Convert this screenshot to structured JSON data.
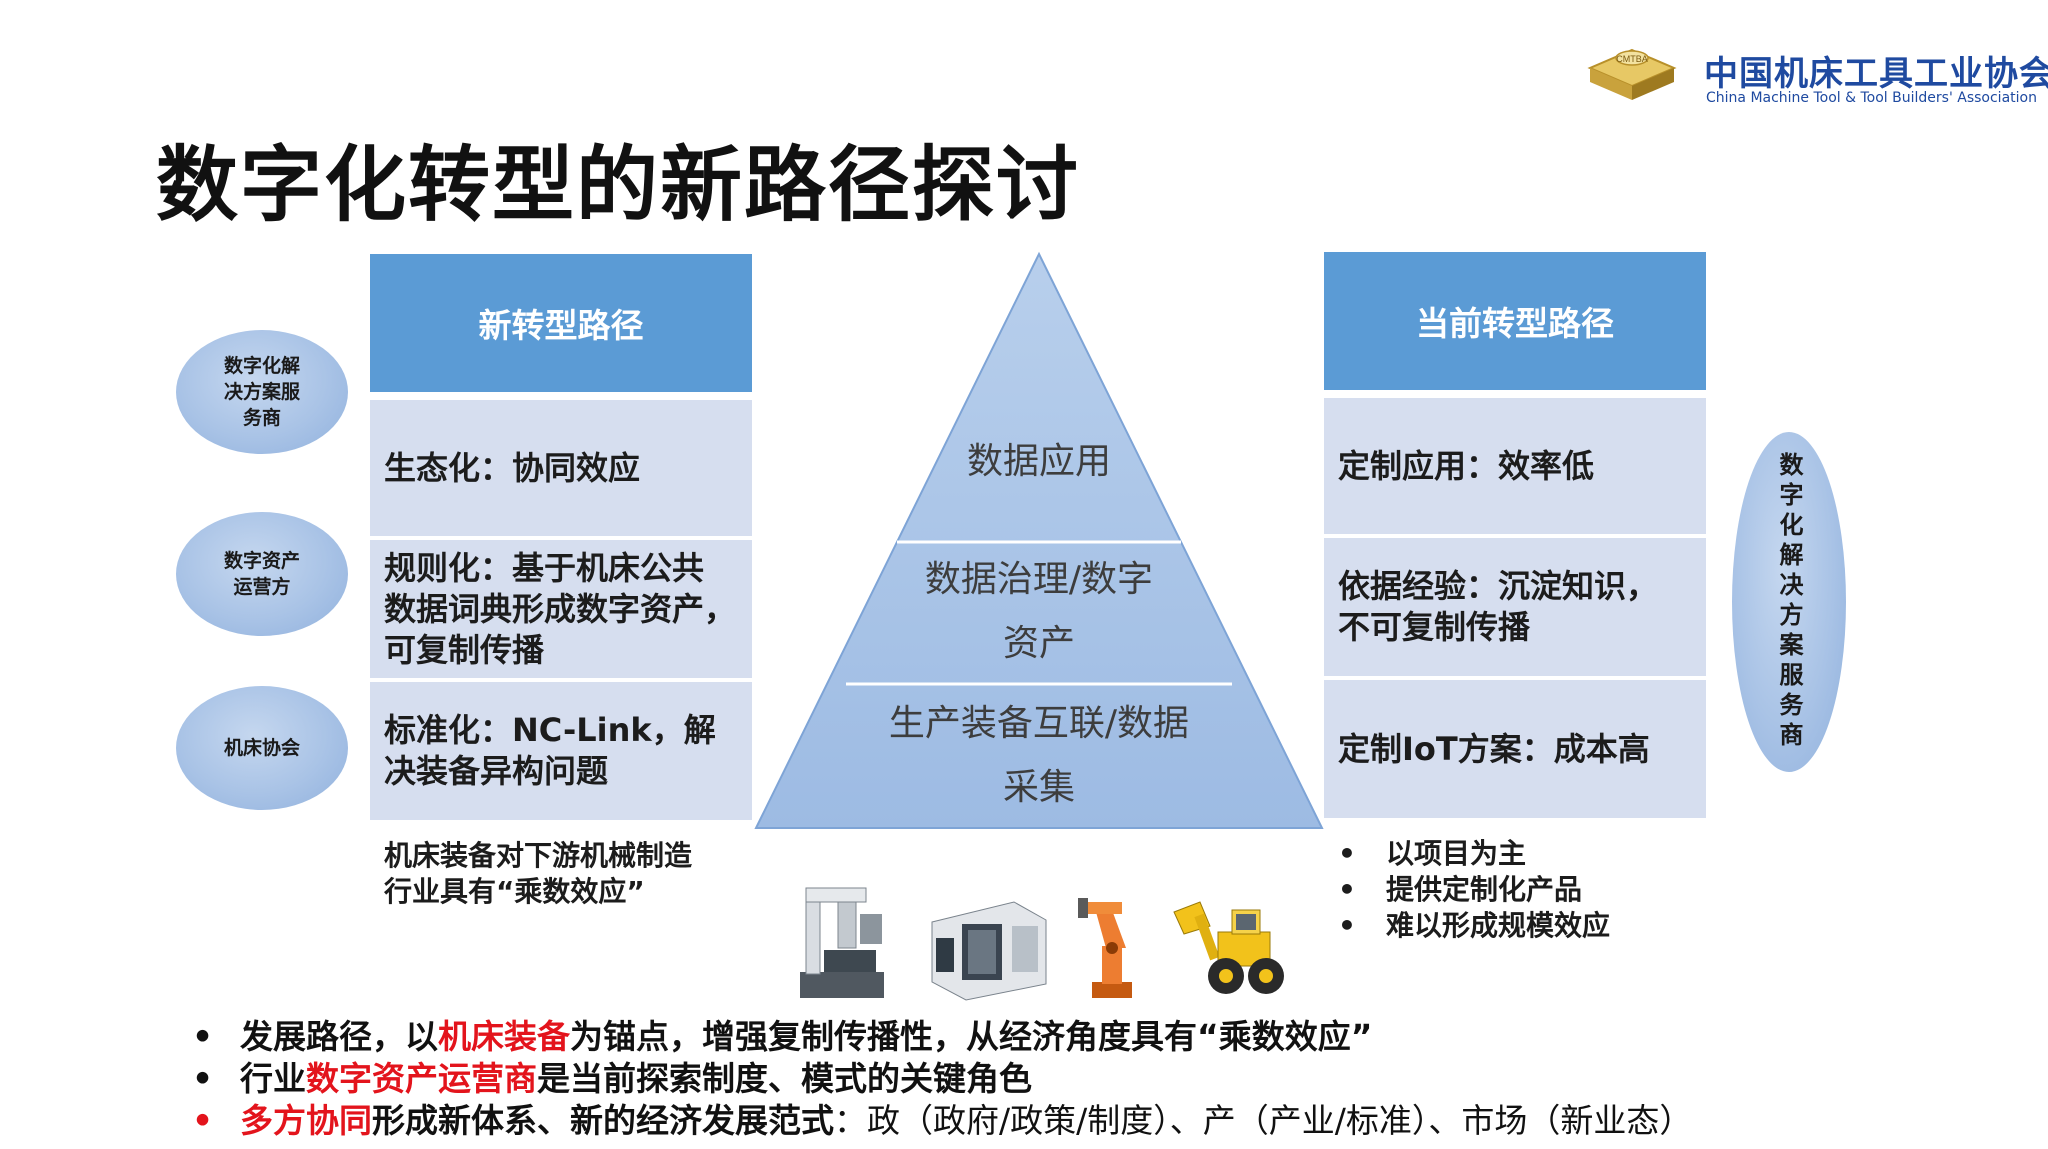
{
  "header": {
    "org_name_cn": "中国机床工具工业协会",
    "org_name_en": "China Machine Tool & Tool Builders' Association",
    "logo_text": "CMTBA"
  },
  "title": "数字化转型的新路径探讨",
  "left_ellipses": [
    {
      "label": "数字化解\n决方案服\n务商"
    },
    {
      "label": "数字资产\n运营方"
    },
    {
      "label": "机床协会"
    }
  ],
  "new_path": {
    "header": "新转型路径",
    "rows": [
      "生态化：协同效应",
      "规则化：基于机床公共\n数据词典形成数字资产，\n可复制传播",
      "标准化：NC-Link，解\n决装备异构问题"
    ],
    "note": "机床装备对下游机械制造\n行业具有“乘数效应”"
  },
  "pyramid": {
    "levels": [
      {
        "label": "数据应用"
      },
      {
        "label": "数据治理/数字\n资产"
      },
      {
        "label": "生产装备互联/数据\n采集"
      }
    ]
  },
  "current_path": {
    "header": "当前转型路径",
    "rows": [
      "定制应用：效率低",
      "依据经验：沉淀知识，\n不可复制传播",
      "定制IoT方案：成本高"
    ],
    "bullets": [
      "以项目为主",
      "提供定制化产品",
      "难以形成规模效应"
    ]
  },
  "right_ellipse": {
    "label": "数字化解决方案服务商"
  },
  "equipment_icons": [
    "cmm-machine-icon",
    "cnc-machining-center-icon",
    "industrial-robot-arm-icon",
    "wheel-loader-icon"
  ],
  "bottom_bullets": [
    {
      "bullet": "•",
      "pre": "发展路径，以",
      "highlight": "机床装备",
      "post": "为锚点，增强复制传播性，从经济角度具有“乘数效应”",
      "tail": ""
    },
    {
      "bullet": "•",
      "pre": "行业",
      "highlight": "数字资产运营商",
      "post": "是当前探索制度、模式的关键角色",
      "tail": ""
    },
    {
      "bullet": "•",
      "pre": "",
      "highlight": "多方协同",
      "post": "形成新体系、新的经济发展范式",
      "tail": "：政（政府/政策/制度）、产（产业/标准）、市场（新业态）"
    }
  ],
  "colors": {
    "table_header": "#5b9bd5",
    "table_cell": "#d6deef",
    "pyramid_fill": "#a9c3e6",
    "ellipse_fill": "#a9c3e6",
    "highlight_red": "#e3141c",
    "logo_blue": "#1f4aa0"
  }
}
